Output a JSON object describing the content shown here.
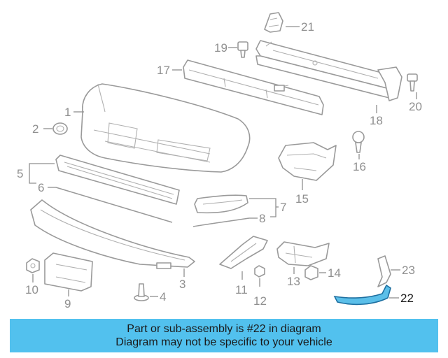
{
  "labels": {
    "p1": "1",
    "p2": "2",
    "p3": "3",
    "p4": "4",
    "p5": "5",
    "p6": "6",
    "p7": "7",
    "p8": "8",
    "p9": "9",
    "p10": "10",
    "p11": "11",
    "p12": "12",
    "p13": "13",
    "p14": "14",
    "p15": "15",
    "p16": "16",
    "p17": "17",
    "p18": "18",
    "p19": "19",
    "p20": "20",
    "p21": "21",
    "p22": "22",
    "p23": "23"
  },
  "highlight_part": "22",
  "colors": {
    "highlight_fill": "#5bbfe9",
    "highlight_stroke": "#1d6fa0",
    "banner": "#52c1ee"
  },
  "banner": {
    "line1": "Part or sub-assembly is #22 in diagram",
    "line2": "Diagram may not be specific to your vehicle"
  }
}
